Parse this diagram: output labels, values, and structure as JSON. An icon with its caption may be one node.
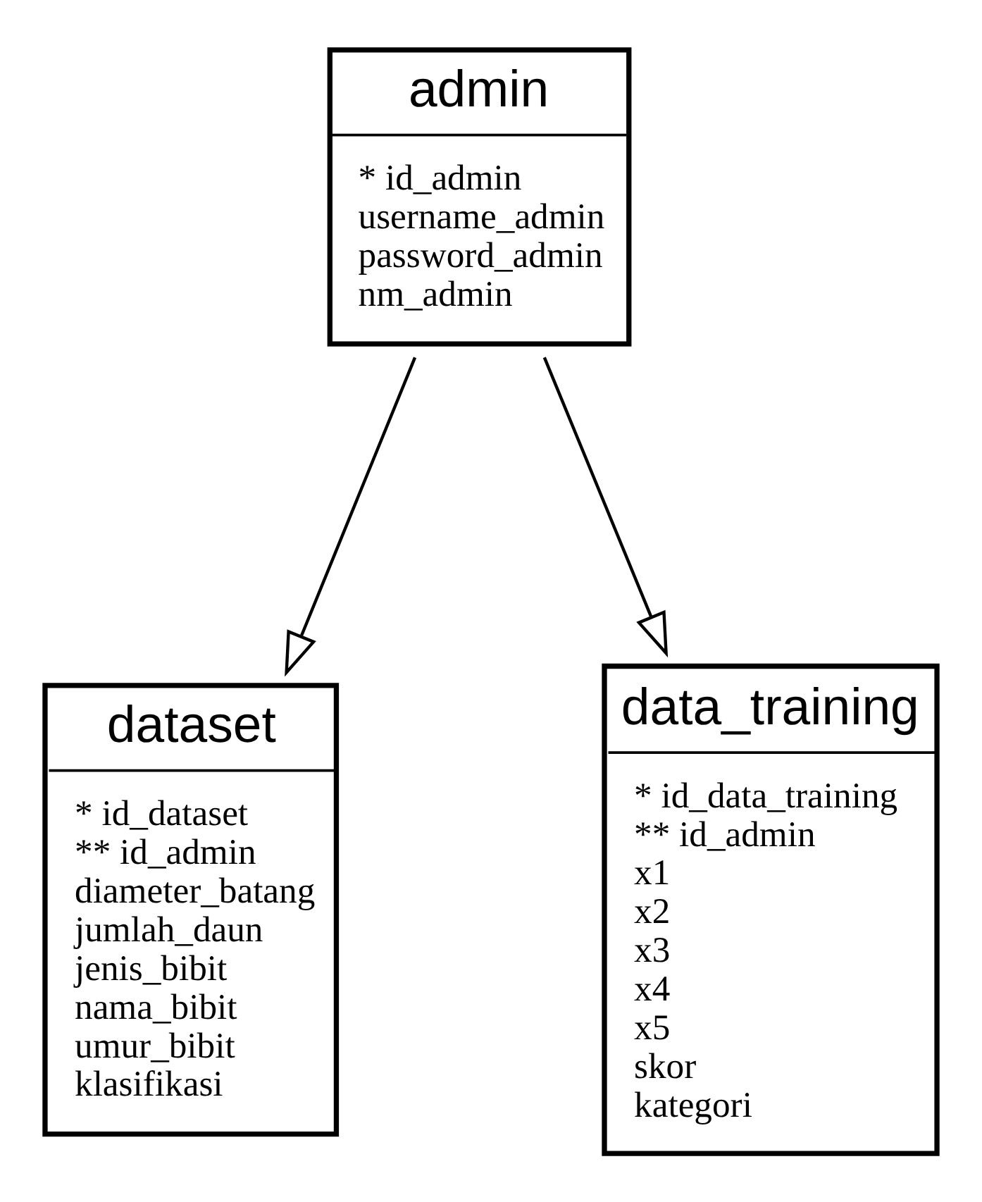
{
  "diagram": {
    "nodes": [
      {
        "text": [
          "admin",
          "* id_admin",
          "username_admin",
          "password_admin",
          "nm_admin"
        ]
      },
      {
        "text": [
          "dataset",
          "* id_dataset",
          "** id_admin",
          "diameter_batang",
          "jumlah_daun",
          "jenis_bibit",
          "nama_bibit",
          "umur_bibit",
          "klasifikasi"
        ]
      },
      {
        "text": [
          "data_training",
          "* id_data_training",
          "** id_admin",
          "x1",
          "x2",
          "x3",
          "x4",
          "x5",
          "skor",
          "kategori"
        ]
      }
    ],
    "edges": [
      {
        "from": 0,
        "to": 1,
        "arrow": "to"
      },
      {
        "from": 0,
        "to": 2,
        "arrow": "to"
      }
    ]
  }
}
